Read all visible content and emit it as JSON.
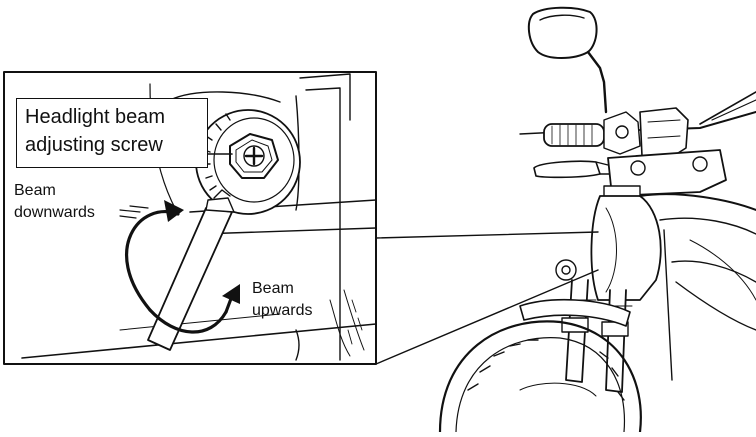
{
  "callout": {
    "line1": "Headlight beam",
    "line2": "adjusting screw"
  },
  "labels": {
    "beam_down_line1": "Beam",
    "beam_down_line2": "downwards",
    "beam_up_line1": "Beam",
    "beam_up_line2": "upwards"
  },
  "colors": {
    "ink": "#111111",
    "background": "#ffffff"
  }
}
